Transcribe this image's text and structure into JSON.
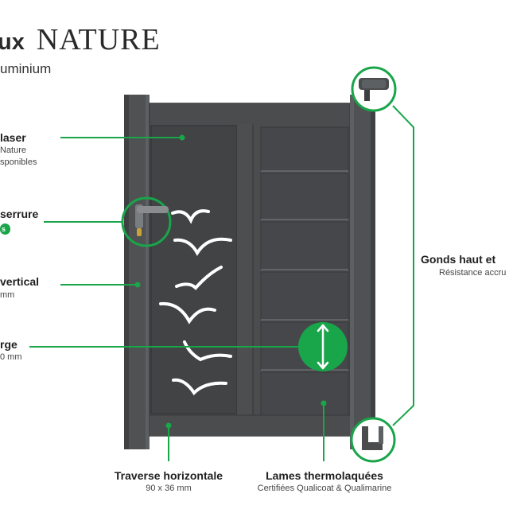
{
  "header": {
    "title_part1": "ux",
    "title_part2": "NATURE",
    "subtitle": "uminium"
  },
  "callouts": {
    "laser": {
      "label": "laser",
      "line1": "Nature",
      "line2": "sponibles"
    },
    "serrure": {
      "label": "serrure",
      "badge": "s"
    },
    "vertical": {
      "label": "vertical",
      "line1": "mm"
    },
    "large": {
      "label": "rge",
      "line1": "0 mm"
    },
    "gonds": {
      "label": "Gonds haut et",
      "line1": "Résistance accru"
    },
    "traverse": {
      "label": "Traverse horizontale",
      "line1": "90 x 36 mm"
    },
    "lames": {
      "label": "Lames thermolaquées",
      "line1": "Certifiées Qualicoat & Qualimarine"
    }
  },
  "colors": {
    "accent": "#19a54a",
    "gate": "#4a4c4e",
    "gate_dark": "#3b3d3f",
    "post": "#4f5153"
  },
  "icons": [
    "gate-illustration",
    "door-handle-icon",
    "lock-cylinder-icon",
    "bird-motif-icon",
    "double-arrow-icon",
    "hinge-icon"
  ]
}
